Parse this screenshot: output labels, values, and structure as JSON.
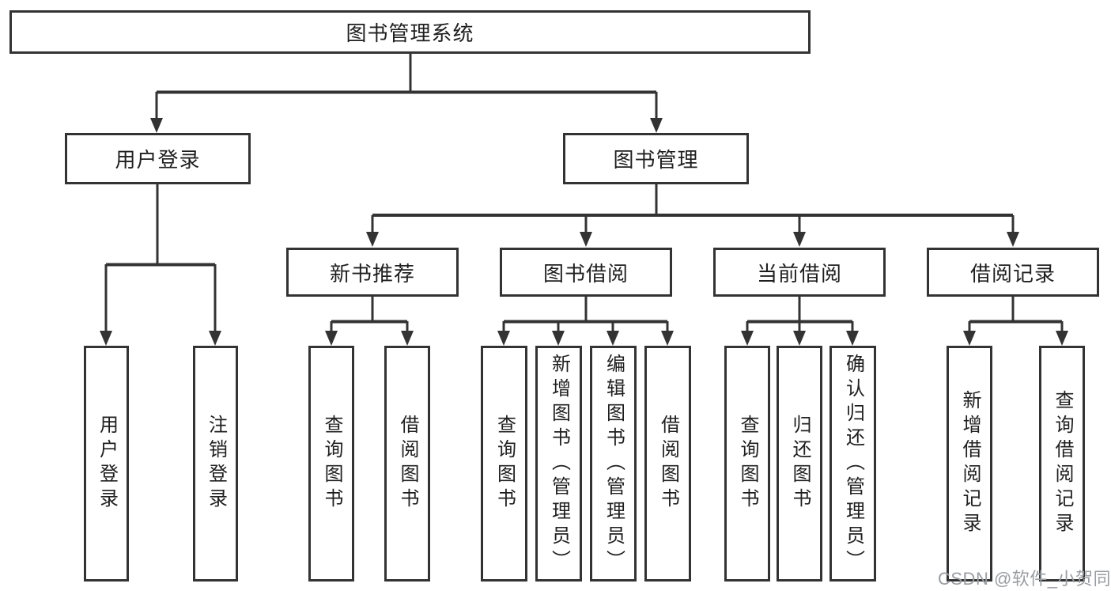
{
  "tree": {
    "label": "图书管理系统",
    "children": [
      {
        "label": "用户登录",
        "children": [
          {
            "label": "用户登录"
          },
          {
            "label": "注销登录"
          }
        ]
      },
      {
        "label": "图书管理",
        "children": [
          {
            "label": "新书推荐",
            "children": [
              {
                "label": "查询图书"
              },
              {
                "label": "借阅图书"
              }
            ]
          },
          {
            "label": "图书借阅",
            "children": [
              {
                "label": "查询图书"
              },
              {
                "label": "新增图书（管理员）"
              },
              {
                "label": "编辑图书（管理员）"
              },
              {
                "label": "借阅图书"
              }
            ]
          },
          {
            "label": "当前借阅",
            "children": [
              {
                "label": "查询图书"
              },
              {
                "label": "归还图书"
              },
              {
                "label": "确认归还（管理员）"
              }
            ]
          },
          {
            "label": "借阅记录",
            "children": [
              {
                "label": "新增借阅记录"
              },
              {
                "label": "查询借阅记录"
              }
            ]
          }
        ]
      }
    ]
  },
  "watermark": {
    "text": "CSDN @软件_小贺同学"
  },
  "colors": {
    "line": "#333333",
    "box_border": "#333333",
    "text": "#1f1f1f",
    "background": "#ffffff",
    "watermark": "#9a9da2"
  }
}
